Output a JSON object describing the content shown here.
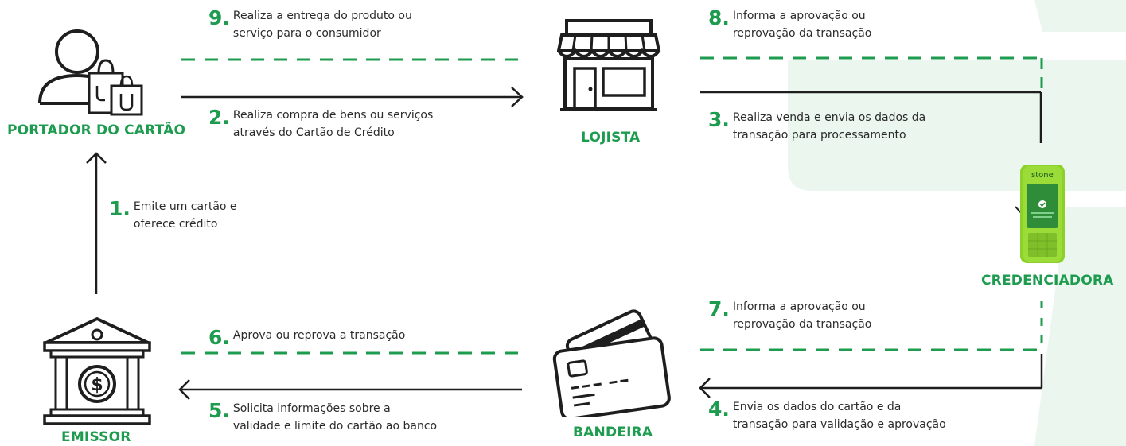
{
  "actors": {
    "cardholder": "PORTADOR DO CARTÃO",
    "merchant": "LOJISTA",
    "acquirer": "CREDENCIADORA",
    "issuer": "EMISSOR",
    "brand": "BANDEIRA"
  },
  "terminal": {
    "brand": "stone"
  },
  "steps": [
    {
      "num": "1.",
      "line1": "Emite um cartão e",
      "line2": "oferece crédito"
    },
    {
      "num": "2.",
      "line1": "Realiza compra de bens ou serviços",
      "line2": "através do Cartão de Crédito"
    },
    {
      "num": "3.",
      "line1": "Realiza venda e envia os dados da",
      "line2": "transação para processamento"
    },
    {
      "num": "4.",
      "line1": "Envia os dados do cartão e da",
      "line2": "transação para validação e aprovação"
    },
    {
      "num": "5.",
      "line1": "Solicita informações sobre a",
      "line2": "validade e limite do cartão ao banco"
    },
    {
      "num": "6.",
      "line1": "Aprova ou reprova a transação",
      "line2": ""
    },
    {
      "num": "7.",
      "line1": "Informa a aprovação ou",
      "line2": "reprovação da transação"
    },
    {
      "num": "8.",
      "line1": "Informa a aprovação ou",
      "line2": "reprovação da transação"
    },
    {
      "num": "9.",
      "line1": "Realiza a entrega do produto ou",
      "line2": "serviço para o consumidor"
    }
  ],
  "colors": {
    "accent": "#1d9b4e",
    "watermark": "#eaf6ee",
    "line": "#1e1e1e",
    "terminal": "#8bd12a"
  },
  "icons": {
    "cardholder": "person-shopping-bags-icon",
    "merchant": "storefront-icon",
    "acquirer": "card-terminal-icon",
    "issuer": "bank-icon",
    "brand": "credit-cards-icon"
  }
}
